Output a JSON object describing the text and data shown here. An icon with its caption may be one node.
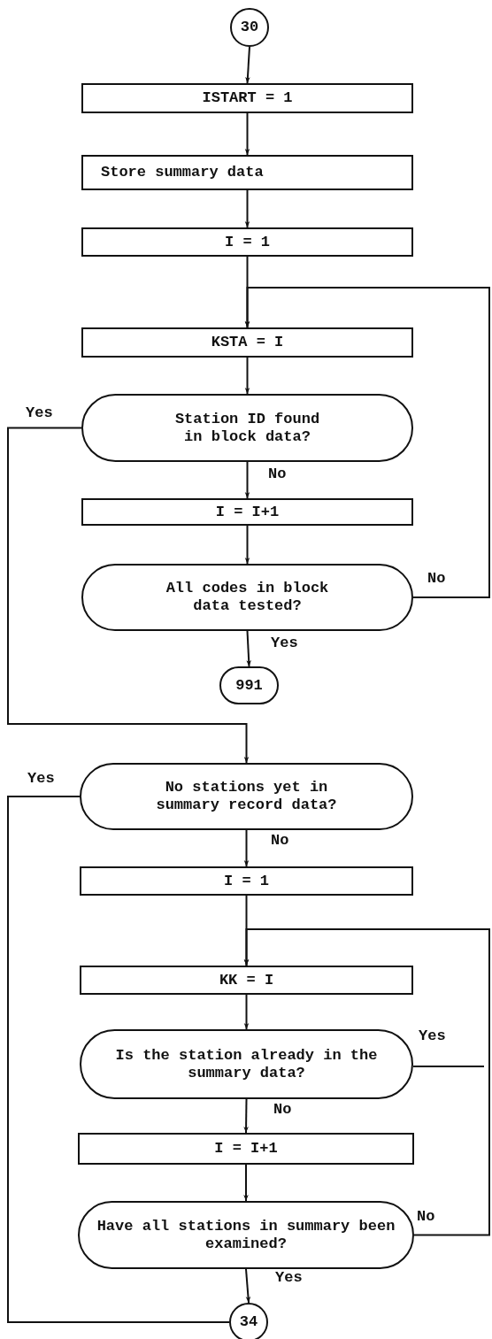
{
  "diagram": {
    "nodes": [
      {
        "text": [
          "30"
        ]
      },
      {
        "text": [
          "ISTART = 1"
        ]
      },
      {
        "text": [
          "Store summary data"
        ]
      },
      {
        "text": [
          "I = 1"
        ]
      },
      {
        "text": [
          "KSTA = I"
        ]
      },
      {
        "text": [
          "Station ID found in block data?"
        ]
      },
      {
        "text": [
          "I = I+1"
        ]
      },
      {
        "text": [
          "All codes in block data tested?"
        ]
      },
      {
        "text": [
          "991"
        ]
      },
      {
        "text": [
          "No stations yet in summary record data?"
        ]
      },
      {
        "text": [
          "I = 1"
        ]
      },
      {
        "text": [
          "KK = I"
        ]
      },
      {
        "text": [
          "Is the station already in the summary data?"
        ]
      },
      {
        "text": [
          "I = I+1"
        ]
      },
      {
        "text": [
          "Have all stations in summary been examined?"
        ]
      },
      {
        "text": [
          "34"
        ]
      }
    ],
    "edges": [
      {
        "from": 0,
        "to": 1,
        "arrow": "to"
      },
      {
        "from": 1,
        "to": 2,
        "arrow": "to"
      },
      {
        "from": 2,
        "to": 3,
        "arrow": "to"
      },
      {
        "from": 3,
        "to": 4,
        "arrow": "to"
      },
      {
        "from": 4,
        "to": 5,
        "arrow": "to"
      },
      {
        "from": 5,
        "to": 6,
        "arrow": "to",
        "label": "No"
      },
      {
        "from": 6,
        "to": 7,
        "arrow": "to"
      },
      {
        "from": 7,
        "to": 8,
        "arrow": "to",
        "label": "Yes"
      },
      {
        "from": 7,
        "to": 4,
        "arrow": "to",
        "label": "No"
      },
      {
        "from": 5,
        "to": 9,
        "arrow": "to",
        "label": "Yes"
      },
      {
        "from": 9,
        "to": 10,
        "arrow": "to",
        "label": "No"
      },
      {
        "from": 10,
        "to": 11,
        "arrow": "to"
      },
      {
        "from": 11,
        "to": 12,
        "arrow": "to"
      },
      {
        "from": 12,
        "to": 13,
        "arrow": "to",
        "label": "No"
      },
      {
        "from": 13,
        "to": 14,
        "arrow": "to"
      },
      {
        "from": 14,
        "to": 15,
        "arrow": "to",
        "label": "Yes"
      },
      {
        "from": 14,
        "to": 11,
        "arrow": "to",
        "label": "No"
      },
      {
        "from": 9,
        "to": 15,
        "arrow": "none",
        "label": "Yes"
      },
      {
        "from": 12,
        "to": null,
        "arrow": "none",
        "label": "Yes"
      }
    ]
  }
}
